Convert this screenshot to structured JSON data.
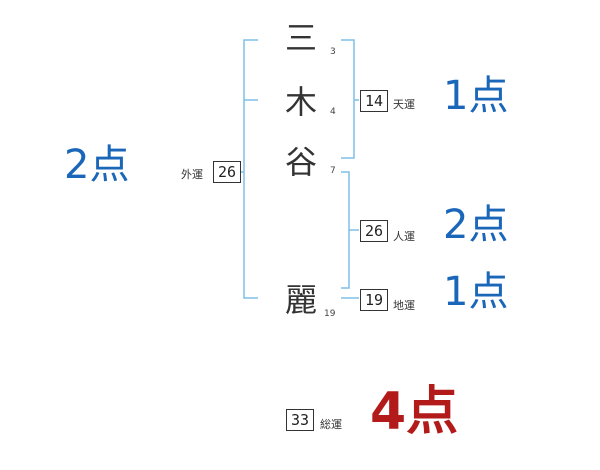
{
  "name": {
    "chars": [
      {
        "char": "三",
        "strokes": "3"
      },
      {
        "char": "木",
        "strokes": "4"
      },
      {
        "char": "谷",
        "strokes": "7"
      },
      {
        "char": "麗",
        "strokes": "19"
      }
    ]
  },
  "fortunes": {
    "gaiun": {
      "label": "外運",
      "value": "26",
      "score": "2点"
    },
    "tenun": {
      "label": "天運",
      "value": "14",
      "score": "1点"
    },
    "jinun": {
      "label": "人運",
      "value": "26",
      "score": "2点"
    },
    "chiun": {
      "label": "地運",
      "value": "19",
      "score": "1点"
    },
    "souun": {
      "label": "総運",
      "value": "33",
      "score": "4点"
    }
  },
  "colors": {
    "bracket": "#7fbfe6",
    "score_blue": "#1a66b8",
    "score_red": "#b31b1b"
  }
}
